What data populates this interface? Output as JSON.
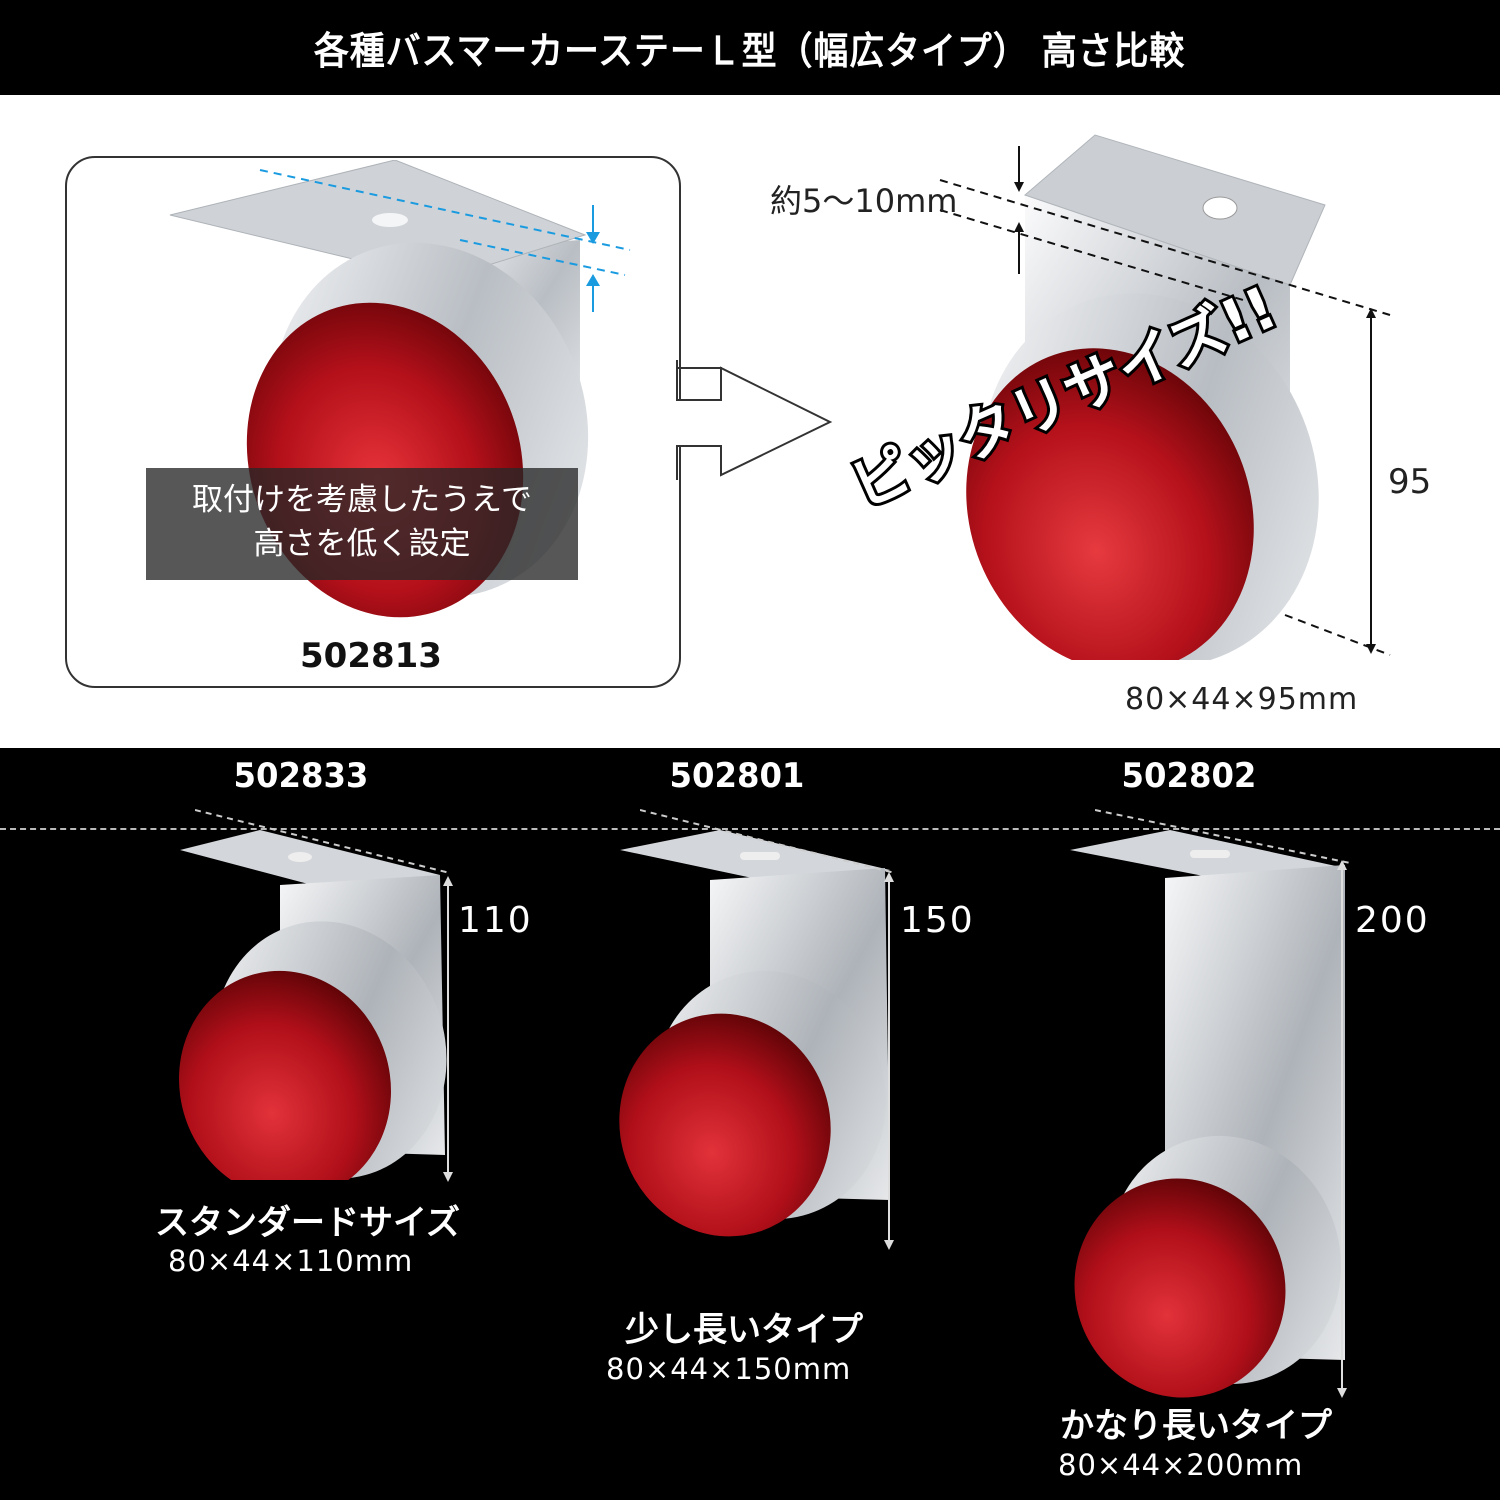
{
  "header": {
    "title": "各種バスマーカーステーＬ型（幅広タイプ） 高さ比較"
  },
  "featured": {
    "left_model": "502813",
    "caption_line1": "取付けを考慮したうえで",
    "caption_line2": "高さを低く設定",
    "gap_label": "約5〜10mm",
    "callout": "ピッタリサイズ!!",
    "height_dim": "95",
    "size": "80×44×95mm"
  },
  "products": [
    {
      "model": "502833",
      "height_dim": "110",
      "type": "スタンダードサイズ",
      "size": "80×44×110mm"
    },
    {
      "model": "502801",
      "height_dim": "150",
      "type": "少し長いタイプ",
      "size": "80×44×150mm"
    },
    {
      "model": "502802",
      "height_dim": "200",
      "type": "かなり長いタイプ",
      "size": "80×44×200mm"
    }
  ],
  "colors": {
    "header_bg": "#000000",
    "lens_red": "#c0141e",
    "chrome": "#d9dde2",
    "guide_blue": "#1a9be0"
  }
}
